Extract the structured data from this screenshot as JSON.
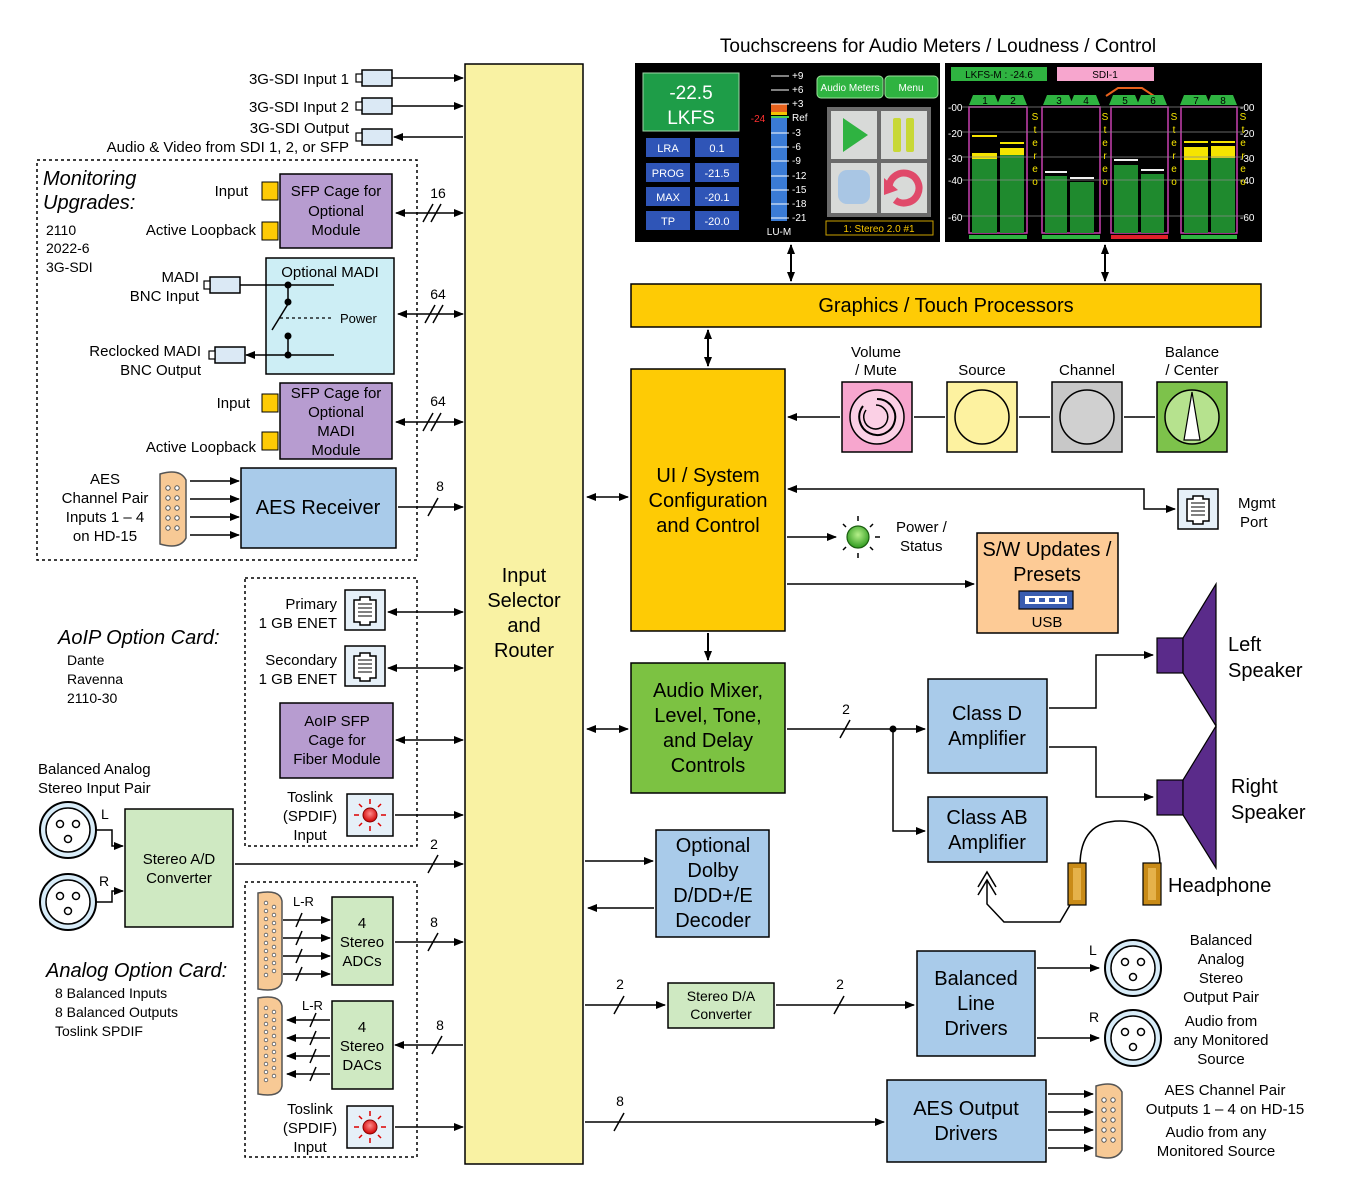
{
  "header": {
    "title": "Touchscreens for Audio Meters / Loudness / Control"
  },
  "inputs_top": {
    "sdi1": "3G-SDI Input 1",
    "sdi2": "3G-SDI Input 2",
    "sdi_out": "3G-SDI Output",
    "sdi_out_note": "Audio & Video from SDI 1, 2, or SFP"
  },
  "monitoring": {
    "title_line1": "Monitoring",
    "title_line2": "Upgrades:",
    "std1": "2110",
    "std2": "2022-6",
    "std3": "3G-SDI",
    "sfp1_lines": [
      "SFP Cage for",
      "Optional",
      "Module"
    ],
    "sfp1_input": "Input",
    "sfp1_loopback": "Active Loopback",
    "bus16": "16",
    "madi_title": "Optional MADI",
    "madi_power": "Power",
    "madi_in_l1": "MADI",
    "madi_in_l2": "BNC Input",
    "madi_out_l1": "Reclocked MADI",
    "madi_out_l2": "BNC Output",
    "bus64a": "64",
    "sfp2_lines": [
      "SFP Cage for",
      "Optional",
      "MADI",
      "Module"
    ],
    "sfp2_input": "Input",
    "sfp2_loopback": "Active Loopback",
    "bus64b": "64",
    "aes_in_lines": [
      "AES",
      "Channel Pair",
      "Inputs 1 – 4",
      "on HD-15"
    ],
    "aes_receiver": "AES Receiver",
    "bus8": "8"
  },
  "aoip": {
    "title": "AoIP Option Card:",
    "items": [
      "Dante",
      "Ravenna",
      "2110-30"
    ],
    "primary_l1": "Primary",
    "primary_l2": "1 GB ENET",
    "secondary_l1": "Secondary",
    "secondary_l2": "1 GB ENET",
    "sfp_lines": [
      "AoIP SFP",
      "Cage for",
      "Fiber Module"
    ],
    "toslink_lines": [
      "Toslink",
      "(SPDIF)",
      "Input"
    ]
  },
  "analog_in": {
    "title_l1": "Balanced Analog",
    "title_l2": "Stereo Input Pair",
    "L": "L",
    "R": "R",
    "converter_l1": "Stereo A/D",
    "converter_l2": "Converter",
    "bus2": "2"
  },
  "analog_card": {
    "title": "Analog Option Card:",
    "items": [
      "8 Balanced Inputs",
      "8 Balanced Outputs",
      "Toslink SPDIF"
    ],
    "lr_in": "L-R",
    "lr_out": "L-R",
    "adc_lines": [
      "4",
      "Stereo",
      "ADCs"
    ],
    "dac_lines": [
      "4",
      "Stereo",
      "DACs"
    ],
    "bus8_in": "8",
    "bus8_out": "8",
    "toslink_lines": [
      "Toslink",
      "(SPDIF)",
      "Input"
    ]
  },
  "router": {
    "lines": [
      "Input",
      "Selector",
      "and",
      "Router"
    ]
  },
  "graphics": {
    "label": "Graphics / Touch Processors"
  },
  "ui": {
    "lines": [
      "UI / System",
      "Configuration",
      "and Control"
    ]
  },
  "knobs": {
    "volume_l1": "Volume",
    "volume_l2": "/ Mute",
    "source": "Source",
    "channel": "Channel",
    "balance_l1": "Balance",
    "balance_l2": "/ Center"
  },
  "mgmt": {
    "l1": "Mgmt",
    "l2": "Port"
  },
  "power_status": {
    "l1": "Power /",
    "l2": "Status"
  },
  "sw_updates": {
    "l1": "S/W Updates /",
    "l2": "Presets",
    "usb": "USB"
  },
  "mixer": {
    "lines": [
      "Audio Mixer,",
      "Level, Tone,",
      "and Delay",
      "Controls"
    ],
    "bus2": "2"
  },
  "class_d": {
    "lines": [
      "Class D",
      "Amplifier"
    ]
  },
  "class_ab": {
    "lines": [
      "Class AB",
      "Amplifier"
    ]
  },
  "speakers": {
    "left_l1": "Left",
    "left_l2": "Speaker",
    "right_l1": "Right",
    "right_l2": "Speaker",
    "headphone": "Headphone"
  },
  "dolby": {
    "lines": [
      "Optional",
      "Dolby",
      "D/DD+/E",
      "Decoder"
    ]
  },
  "da": {
    "l1": "Stereo D/A",
    "l2": "Converter",
    "bus_in": "2",
    "bus_out": "2"
  },
  "line_drivers": {
    "lines": [
      "Balanced",
      "Line",
      "Drivers"
    ],
    "L": "L",
    "R": "R",
    "out_lines": [
      "Balanced",
      "Analog",
      "Stereo",
      "Output Pair"
    ],
    "monitored_lines": [
      "Audio from",
      "any Monitored",
      "Source"
    ]
  },
  "aes_out": {
    "lines": [
      "AES Output",
      "Drivers"
    ],
    "bus8": "8",
    "desc_l1": "AES Channel Pair",
    "desc_l2": "Outputs 1 – 4  on HD-15",
    "desc_l3": "Audio from any",
    "desc_l4": "Monitored Source"
  },
  "screen1": {
    "loudness_value": "-22.5",
    "loudness_unit": "LKFS",
    "rows": [
      {
        "label": "LRA",
        "value": "0.1"
      },
      {
        "label": "PROG",
        "value": "-21.5"
      },
      {
        "label": "MAX",
        "value": "-20.1"
      },
      {
        "label": "TP",
        "value": "-20.0"
      }
    ],
    "scale": [
      "+9",
      "+6",
      "+3",
      "Ref",
      "-3",
      "-6",
      "-9",
      "-12",
      "-15",
      "-18",
      "-21"
    ],
    "ref_mark": "-24",
    "unit": "LU-M",
    "btn_meters": "Audio Meters",
    "btn_menu": "Menu",
    "status": "1: Stereo 2.0 #1"
  },
  "screen2": {
    "lkfs_tag": "LKFS-M : -24.6",
    "sdi_tag": "SDI-1",
    "channels": [
      "1",
      "2",
      "3",
      "4",
      "5",
      "6",
      "7",
      "8"
    ],
    "scale": [
      "-00",
      "-20",
      "-30",
      "-40",
      "-60"
    ],
    "scale_right": [
      "-00",
      "-20",
      "-30",
      "-40",
      "-60"
    ],
    "stereo_letters": [
      "S",
      "t",
      "e",
      "r",
      "e",
      "o"
    ]
  },
  "colors": {
    "yellow_router": "#f9f2a3",
    "orange_proc": "#fecb05",
    "purple_sfp": "#b79cd0",
    "light_blue": "#a9cbea",
    "madi_box": "#cdeef5",
    "green_mixer": "#7cc242",
    "light_green": "#cfe9c2",
    "peach": "#fdcb96",
    "knob_pink": "#f7a6ce",
    "knob_yellow": "#fdf2a0",
    "knob_grey": "#c8c8c8",
    "knob_green": "#7dc24b",
    "speaker_purple": "#5a2b8a"
  }
}
